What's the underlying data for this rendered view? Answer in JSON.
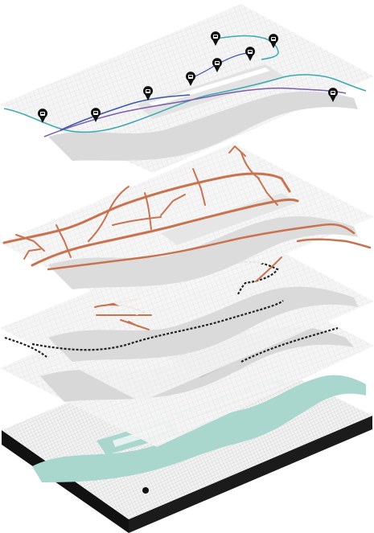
{
  "layers": [
    {
      "name": "transit-lines-layer",
      "station_count": 9
    },
    {
      "name": "road-network-layer"
    },
    {
      "name": "rail-and-paths-layer"
    },
    {
      "name": "urban-fabric-layer"
    },
    {
      "name": "base-terrain-water-layer"
    }
  ],
  "colors": {
    "road": "#c8734f",
    "water": "#a9d6cd",
    "water_grey": "#d6d6d6",
    "transit_teal": "#3aa9b0",
    "transit_purple": "#7b5ea8",
    "transit_blue": "#3d57a8",
    "rail": "#333333",
    "map_light": "#f1f1f1",
    "map_dark": "#dedede",
    "base_edge": "#111111"
  },
  "icons": [
    "bus-stop-icon"
  ]
}
